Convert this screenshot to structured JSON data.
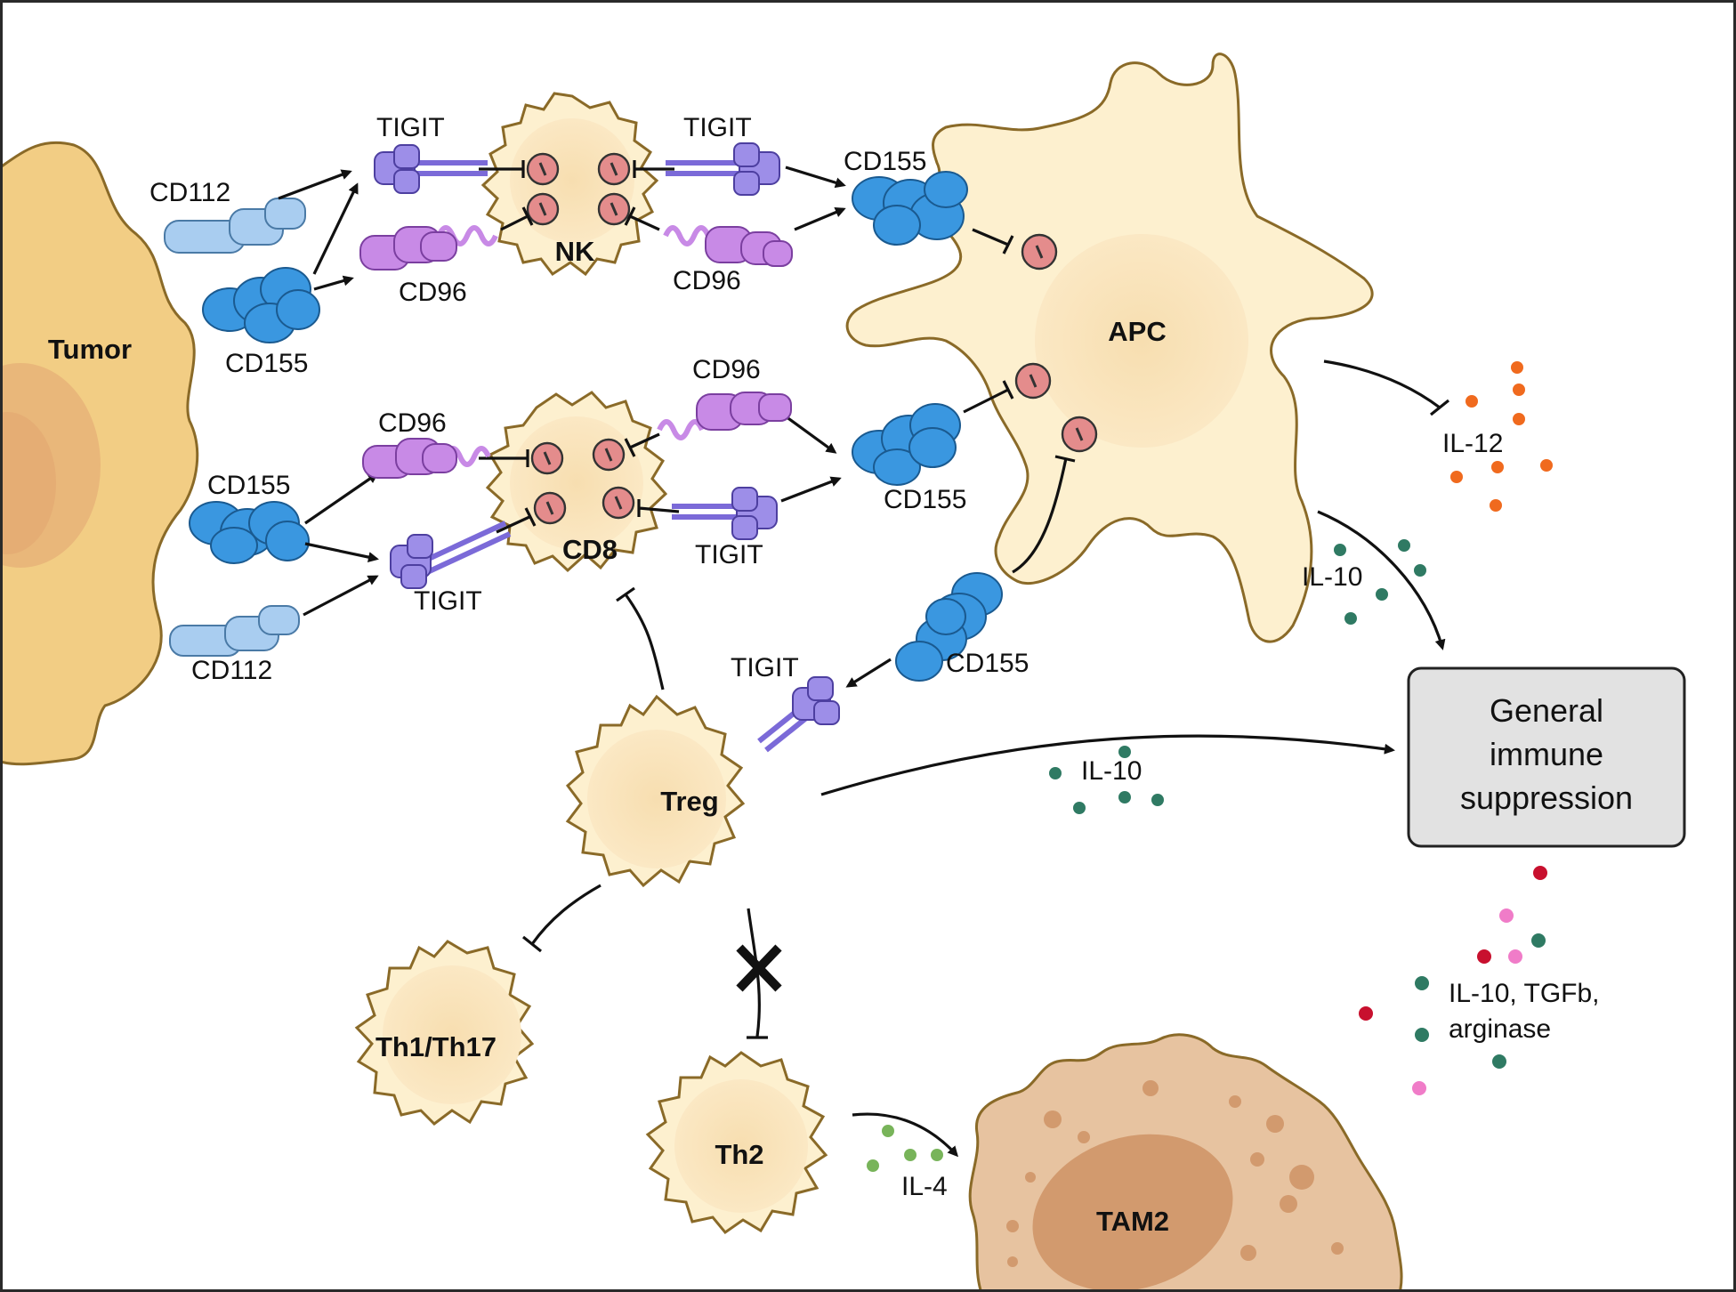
{
  "labels": {
    "tumor": "Tumor",
    "nk": "NK",
    "apc": "APC",
    "cd8": "CD8",
    "treg": "Treg",
    "th1_th17": "Th1/Th17",
    "th2": "Th2",
    "tam2": "TAM2",
    "nk_tigit_left": "TIGIT",
    "nk_tigit_right": "TIGIT",
    "nk_cd96_left": "CD96",
    "nk_cd96_right": "CD96",
    "tumor_cd112_top": "CD112",
    "tumor_cd155_top": "CD155",
    "tumor_cd155_bottom": "CD155",
    "tumor_cd112_bottom": "CD112",
    "apc_cd155_top": "CD155",
    "apc_cd155_mid": "CD155",
    "apc_cd155_low": "CD155",
    "cd8_cd96_left": "CD96",
    "cd8_cd96_right": "CD96",
    "cd8_tigit_left": "TIGIT",
    "cd8_tigit_right": "TIGIT",
    "treg_tigit": "TIGIT",
    "il12": "IL-12",
    "il10_apc": "IL-10",
    "il10_treg": "IL-10",
    "il4": "IL-4",
    "tam2_cytokines_line1": "IL-10, TGFb,",
    "tam2_cytokines_line2": "arginase"
  },
  "box": {
    "line1": "General",
    "line2": "immune",
    "line3": "suppression"
  },
  "colors": {
    "cell_fill": "#fdf0cf",
    "cell_outline": "#8a6a28",
    "tumor_fill": "#f2cd84",
    "tam2_fill": "#e7c3a0",
    "cd155_blue": "#3a97e0",
    "cd112_light_blue": "#a9cdf0",
    "tigit_purple": "#9d8ee8",
    "cd96_violet": "#c88ae6",
    "inhibitory_motif": "#e48c8c",
    "il12_orange": "#f06a1e",
    "il10_teal": "#2f7a63",
    "il4_green": "#78b45a",
    "tgfb_red": "#c8102e",
    "arginase_pink": "#f07cc8",
    "box_fill": "#e2e2e2"
  },
  "icons": [
    "tumor-cell-icon",
    "nk-cell-icon",
    "apc-cell-icon",
    "cd8-cell-icon",
    "treg-cell-icon",
    "th1-th17-cell-icon",
    "th2-cell-icon",
    "tam2-cell-icon",
    "cd155-receptor-icon",
    "cd112-receptor-icon",
    "tigit-receptor-icon",
    "cd96-receptor-icon",
    "inhibitory-motif-icon",
    "blocked-x-icon"
  ]
}
